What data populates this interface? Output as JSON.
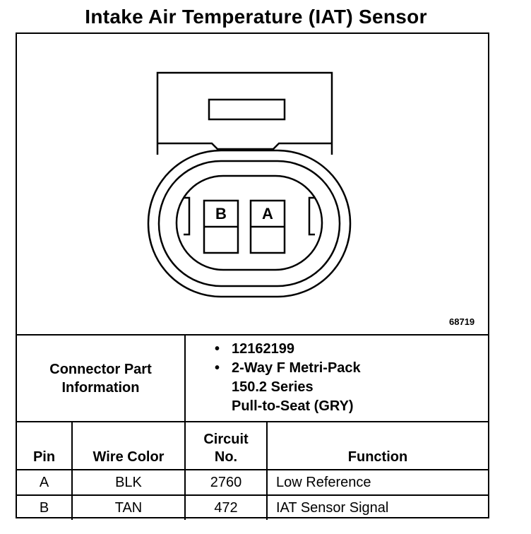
{
  "title": "Intake Air Temperature (IAT) Sensor",
  "diagram": {
    "pins": [
      "B",
      "A"
    ],
    "number": "68719"
  },
  "connector_info": {
    "label_line1": "Connector Part",
    "label_line2": "Information",
    "items": [
      {
        "lines": [
          "12162199"
        ]
      },
      {
        "lines": [
          "2-Way F Metri-Pack",
          "150.2 Series",
          "Pull-to-Seat (GRY)"
        ]
      }
    ]
  },
  "table": {
    "headers": {
      "pin": "Pin",
      "wire_color": "Wire Color",
      "circuit_line1": "Circuit",
      "circuit_line2": "No.",
      "function": "Function"
    },
    "rows": [
      {
        "pin": "A",
        "wire_color": "BLK",
        "circuit": "2760",
        "function": "Low Reference"
      },
      {
        "pin": "B",
        "wire_color": "TAN",
        "circuit": "472",
        "function": "IAT Sensor Signal"
      }
    ]
  }
}
